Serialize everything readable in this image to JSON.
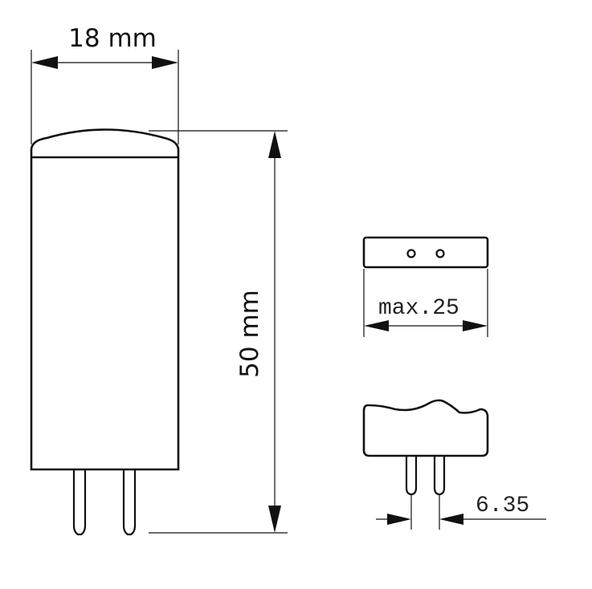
{
  "dimensions": {
    "width_label": "18 mm",
    "height_label": "50 mm",
    "top_view_label": "max.25",
    "pin_spacing_label": "6.35"
  },
  "colors": {
    "line": "#111111",
    "background": "#ffffff"
  }
}
